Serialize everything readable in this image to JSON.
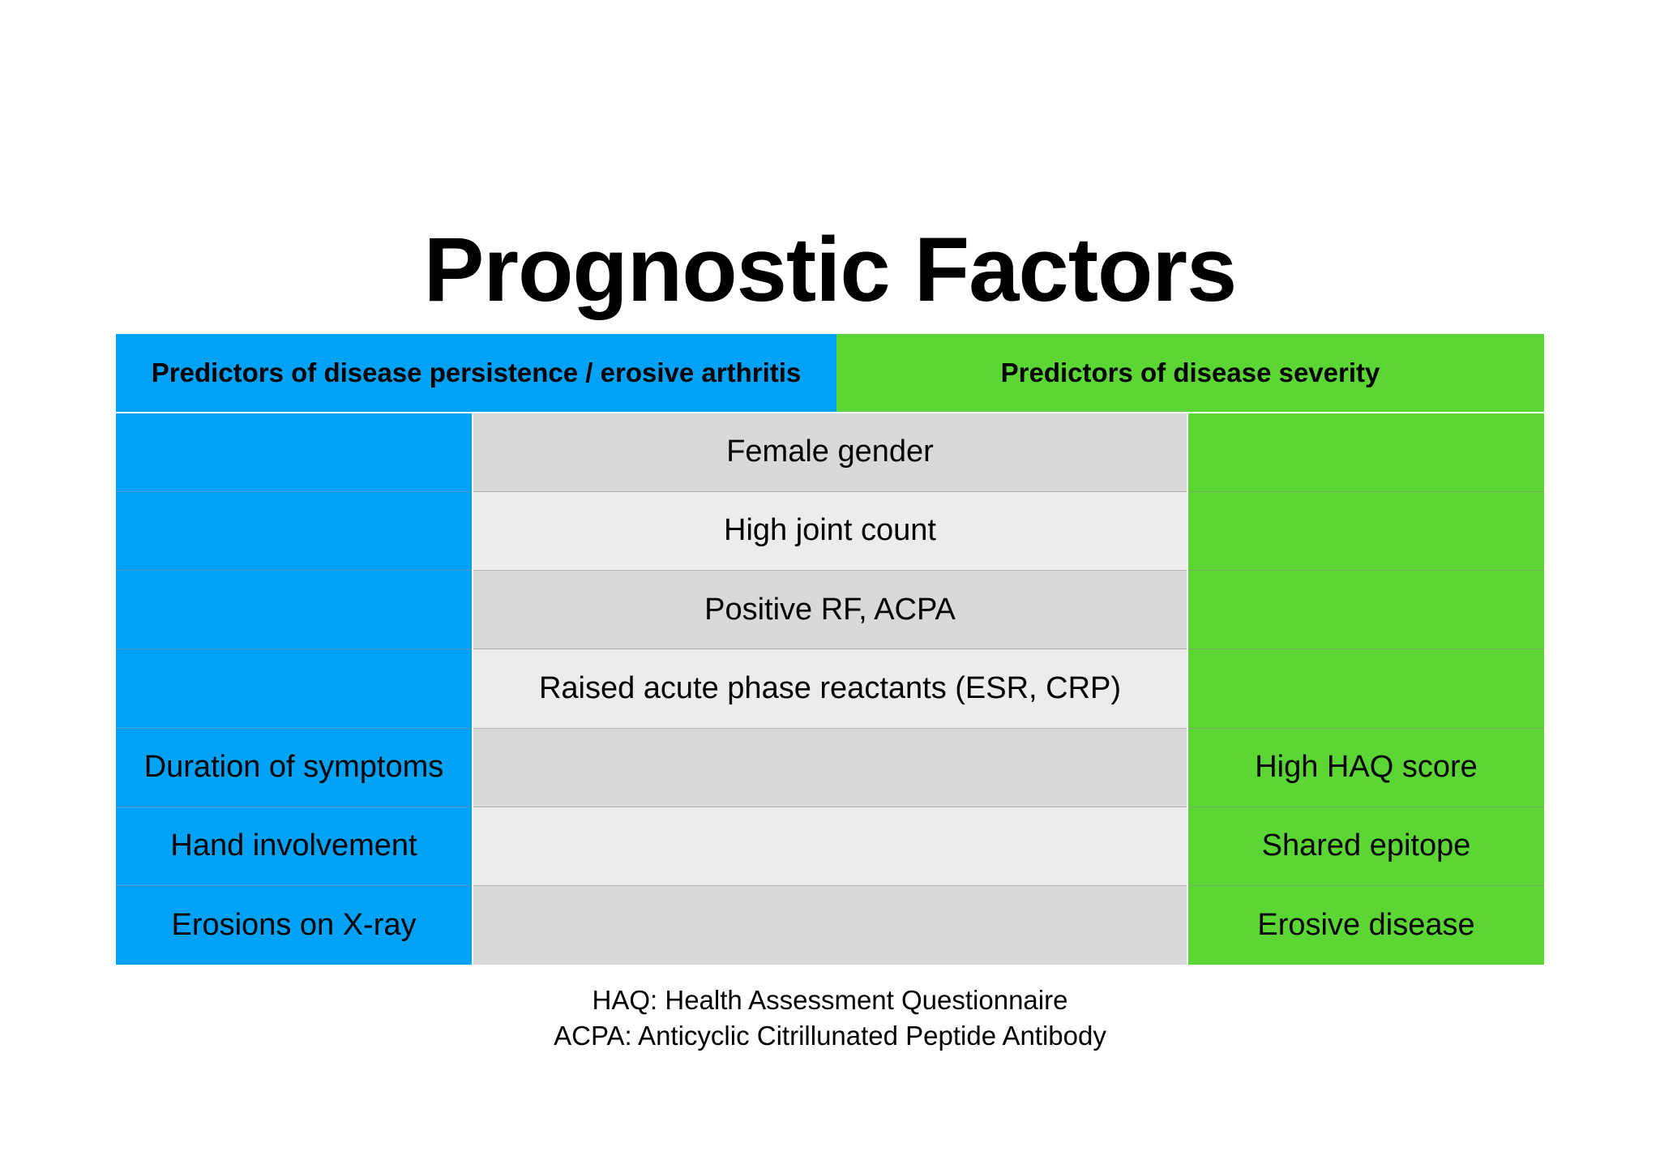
{
  "slide": {
    "title": "Prognostic Factors"
  },
  "table": {
    "headers": {
      "left": "Predictors of disease persistence / erosive arthritis",
      "right": "Predictors of disease severity"
    },
    "colors": {
      "left_column": "#00A2F5",
      "right_column": "#5BD634",
      "middle_row_dark": "#D9D9D9",
      "middle_row_light": "#ECECEC",
      "text": "#000000",
      "background": "#FFFFFF"
    },
    "rows": [
      {
        "left": "",
        "middle": "Female gender",
        "right": ""
      },
      {
        "left": "",
        "middle": "High joint count",
        "right": ""
      },
      {
        "left": "",
        "middle": "Positive RF, ACPA",
        "right": ""
      },
      {
        "left": "",
        "middle": "Raised acute phase reactants (ESR, CRP)",
        "right": ""
      },
      {
        "left": "Duration of symptoms",
        "middle": "",
        "right": "High HAQ score"
      },
      {
        "left": "Hand involvement",
        "middle": "",
        "right": "Shared epitope"
      },
      {
        "left": "Erosions on X-ray",
        "middle": "",
        "right": "Erosive disease"
      }
    ]
  },
  "footnotes": [
    "HAQ: Health Assessment Questionnaire",
    "ACPA: Anticyclic Citrillunated Peptide Antibody"
  ]
}
